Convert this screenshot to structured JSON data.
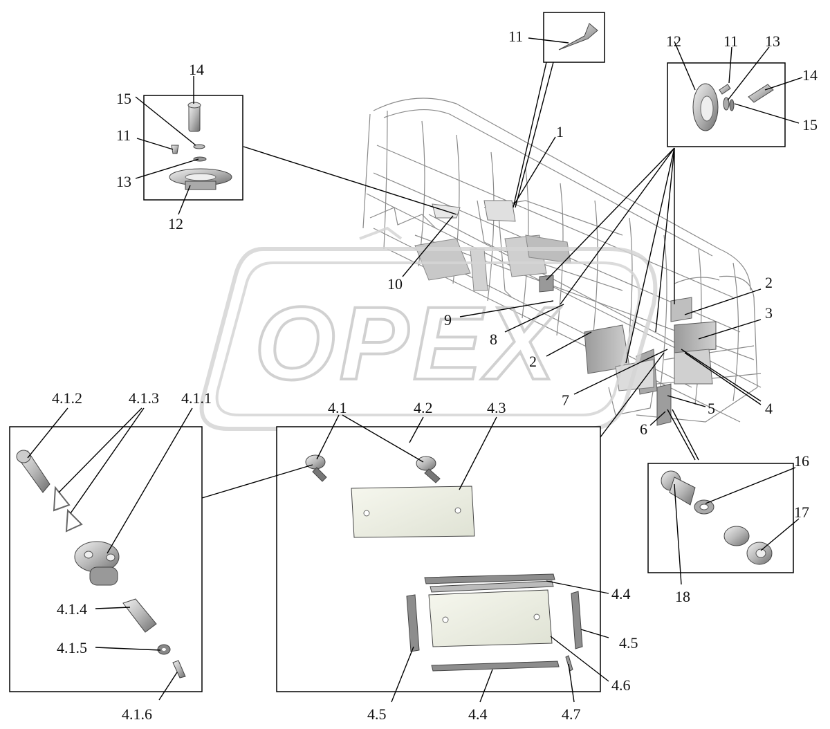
{
  "watermark": {
    "text": "OPEX"
  },
  "labels": {
    "l1": "1",
    "l2a": "2",
    "l2b": "2",
    "l3": "3",
    "l4": "4",
    "l5": "5",
    "l6": "6",
    "l7": "7",
    "l8": "8",
    "l9": "9",
    "l10": "10",
    "l11_top": "11",
    "l11_left": "11",
    "l11_right": "11",
    "l12_left": "12",
    "l12_right": "12",
    "l13_left": "13",
    "l13_right": "13",
    "l14_left": "14",
    "l14_right": "14",
    "l15_left": "15",
    "l15_right": "15",
    "l16": "16",
    "l17": "17",
    "l18": "18",
    "l4_1": "4.1",
    "l4_2": "4.2",
    "l4_3": "4.3",
    "l4_4a": "4.4",
    "l4_4b": "4.4",
    "l4_5a": "4.5",
    "l4_5b": "4.5",
    "l4_6": "4.6",
    "l4_7": "4.7",
    "l4_1_1": "4.1.1",
    "l4_1_2": "4.1.2",
    "l4_1_3": "4.1.3",
    "l4_1_4": "4.1.4",
    "l4_1_5": "4.1.5",
    "l4_1_6": "4.1.6"
  },
  "colors": {
    "frame": "#8a8a8a",
    "panel": "#bdbdbd",
    "plate": "#eef0e6",
    "watermark": "#d9d9d9"
  }
}
